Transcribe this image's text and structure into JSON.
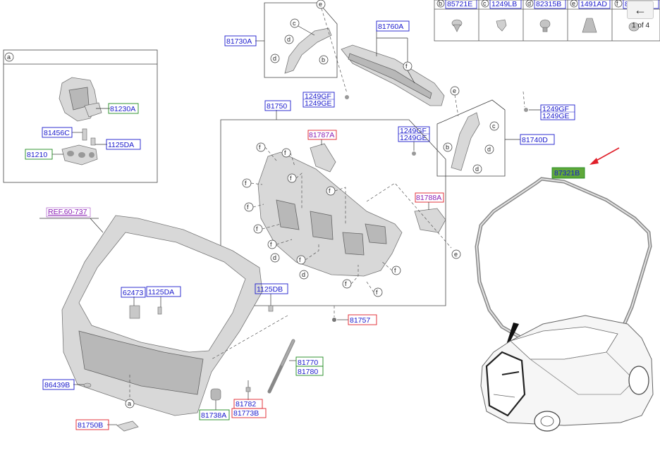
{
  "labels": {
    "81730A": "81730A",
    "81760A": "81760A",
    "1249GF_top": "1249GF",
    "1249GE_top": "1249GE",
    "81750": "81750",
    "81787A": "81787A",
    "1249GF_mid": "1249GF",
    "1249GE_mid": "1249GE",
    "1249GF_right": "1249GF",
    "1249GE_right": "1249GE",
    "81740D": "81740D",
    "87321B": "87321B",
    "81788A": "81788A",
    "81230A": "81230A",
    "81456C": "81456C",
    "1125DA_a": "1125DA",
    "81210": "81210",
    "REF": "REF.60-737",
    "62473": "62473",
    "1125DA_b": "1125DA",
    "1125DB": "1125DB",
    "81757": "81757",
    "81770": "81770",
    "81780": "81780",
    "86439B": "86439B",
    "81738A": "81738A",
    "81782": "81782",
    "81773B": "81773B",
    "81750B": "81750B"
  },
  "callouts": {
    "a": "a",
    "b": "b",
    "c": "c",
    "d": "d",
    "e": "e",
    "f": "f"
  },
  "fastener_table": {
    "headers": [
      {
        "key": "b",
        "code": "85721E"
      },
      {
        "key": "c",
        "code": "1249LB"
      },
      {
        "key": "d",
        "code": "82315B"
      },
      {
        "key": "e",
        "code": "1491AD"
      },
      {
        "key": "f",
        "code": "8"
      }
    ]
  },
  "navigation": {
    "back_icon": "←",
    "page_count": "1 of 4"
  },
  "colors": {
    "label_blue": "#1a1acc",
    "label_red": "#e0202a",
    "label_green": "#1e8a1e",
    "label_purple": "#8a1eb4",
    "highlight_fill": "#5fa83a",
    "arrow_red": "#e0202a"
  }
}
